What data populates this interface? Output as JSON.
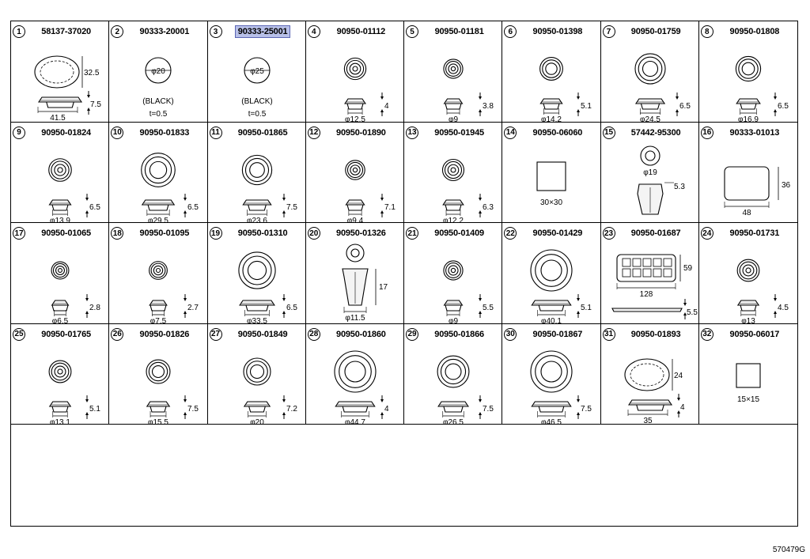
{
  "diagram_code": "570479G",
  "parts": [
    {
      "index": "1",
      "part_number": "58137-37020",
      "kind": "oval",
      "dims": [
        "32.5",
        "7.5",
        "41.5"
      ]
    },
    {
      "index": "2",
      "part_number": "90333-20001",
      "kind": "disc",
      "dims": [
        "φ20"
      ],
      "notes": [
        "(BLACK)",
        "t=0.5"
      ]
    },
    {
      "index": "3",
      "part_number": "90333-25001",
      "kind": "disc",
      "dims": [
        "φ25"
      ],
      "notes": [
        "(BLACK)",
        "t=0.5"
      ],
      "highlighted": true
    },
    {
      "index": "4",
      "part_number": "90950-01112",
      "kind": "round",
      "dims": [
        "4",
        "φ12.5"
      ]
    },
    {
      "index": "5",
      "part_number": "90950-01181",
      "kind": "round",
      "dims": [
        "3.8",
        "φ9"
      ]
    },
    {
      "index": "6",
      "part_number": "90950-01398",
      "kind": "round",
      "dims": [
        "5.1",
        "φ14.2"
      ]
    },
    {
      "index": "7",
      "part_number": "90950-01759",
      "kind": "round",
      "dims": [
        "6.5",
        "φ24.5"
      ]
    },
    {
      "index": "8",
      "part_number": "90950-01808",
      "kind": "round",
      "dims": [
        "6.5",
        "φ16.9"
      ]
    },
    {
      "index": "9",
      "part_number": "90950-01824",
      "kind": "round",
      "dims": [
        "6.5",
        "φ13.9"
      ]
    },
    {
      "index": "10",
      "part_number": "90950-01833",
      "kind": "round",
      "dims": [
        "6.5",
        "φ29.5"
      ]
    },
    {
      "index": "11",
      "part_number": "90950-01865",
      "kind": "round",
      "dims": [
        "7.5",
        "φ23.6"
      ]
    },
    {
      "index": "12",
      "part_number": "90950-01890",
      "kind": "round",
      "dims": [
        "7.1",
        "φ9.4"
      ]
    },
    {
      "index": "13",
      "part_number": "90950-01945",
      "kind": "round",
      "dims": [
        "6.3",
        "φ12.2"
      ]
    },
    {
      "index": "14",
      "part_number": "90950-06060",
      "kind": "square",
      "dims": [
        "30×30"
      ]
    },
    {
      "index": "15",
      "part_number": "57442-95300",
      "kind": "clip",
      "dims": [
        "φ19",
        "5.3"
      ]
    },
    {
      "index": "16",
      "part_number": "90333-01013",
      "kind": "rect",
      "dims": [
        "36",
        "48"
      ]
    },
    {
      "index": "17",
      "part_number": "90950-01065",
      "kind": "round",
      "dims": [
        "2.8",
        "φ6.5"
      ]
    },
    {
      "index": "18",
      "part_number": "90950-01095",
      "kind": "round",
      "dims": [
        "2.7",
        "φ7.5"
      ]
    },
    {
      "index": "19",
      "part_number": "90950-01310",
      "kind": "round",
      "dims": [
        "6.5",
        "φ33.5"
      ]
    },
    {
      "index": "20",
      "part_number": "90950-01326",
      "kind": "pin",
      "dims": [
        "17",
        "φ11.5"
      ]
    },
    {
      "index": "21",
      "part_number": "90950-01409",
      "kind": "round",
      "dims": [
        "5.5",
        "φ9"
      ]
    },
    {
      "index": "22",
      "part_number": "90950-01429",
      "kind": "round",
      "dims": [
        "5.1",
        "φ40.1"
      ]
    },
    {
      "index": "23",
      "part_number": "90950-01687",
      "kind": "grille",
      "dims": [
        "59",
        "128",
        "5.5"
      ]
    },
    {
      "index": "24",
      "part_number": "90950-01731",
      "kind": "round",
      "dims": [
        "4.5",
        "φ13"
      ]
    },
    {
      "index": "25",
      "part_number": "90950-01765",
      "kind": "round",
      "dims": [
        "5.1",
        "φ13.1"
      ]
    },
    {
      "index": "26",
      "part_number": "90950-01826",
      "kind": "round",
      "dims": [
        "7.5",
        "φ15.5"
      ]
    },
    {
      "index": "27",
      "part_number": "90950-01849",
      "kind": "round",
      "dims": [
        "7.2",
        "φ20"
      ]
    },
    {
      "index": "28",
      "part_number": "90950-01860",
      "kind": "round",
      "dims": [
        "4",
        "φ44.7"
      ]
    },
    {
      "index": "29",
      "part_number": "90950-01866",
      "kind": "round",
      "dims": [
        "7.5",
        "φ26.5"
      ]
    },
    {
      "index": "30",
      "part_number": "90950-01867",
      "kind": "round",
      "dims": [
        "7.5",
        "φ46.5"
      ]
    },
    {
      "index": "31",
      "part_number": "90950-01893",
      "kind": "oval",
      "dims": [
        "24",
        "4",
        "35"
      ]
    },
    {
      "index": "32",
      "part_number": "90950-06017",
      "kind": "square",
      "dims": [
        "15×15"
      ]
    }
  ]
}
